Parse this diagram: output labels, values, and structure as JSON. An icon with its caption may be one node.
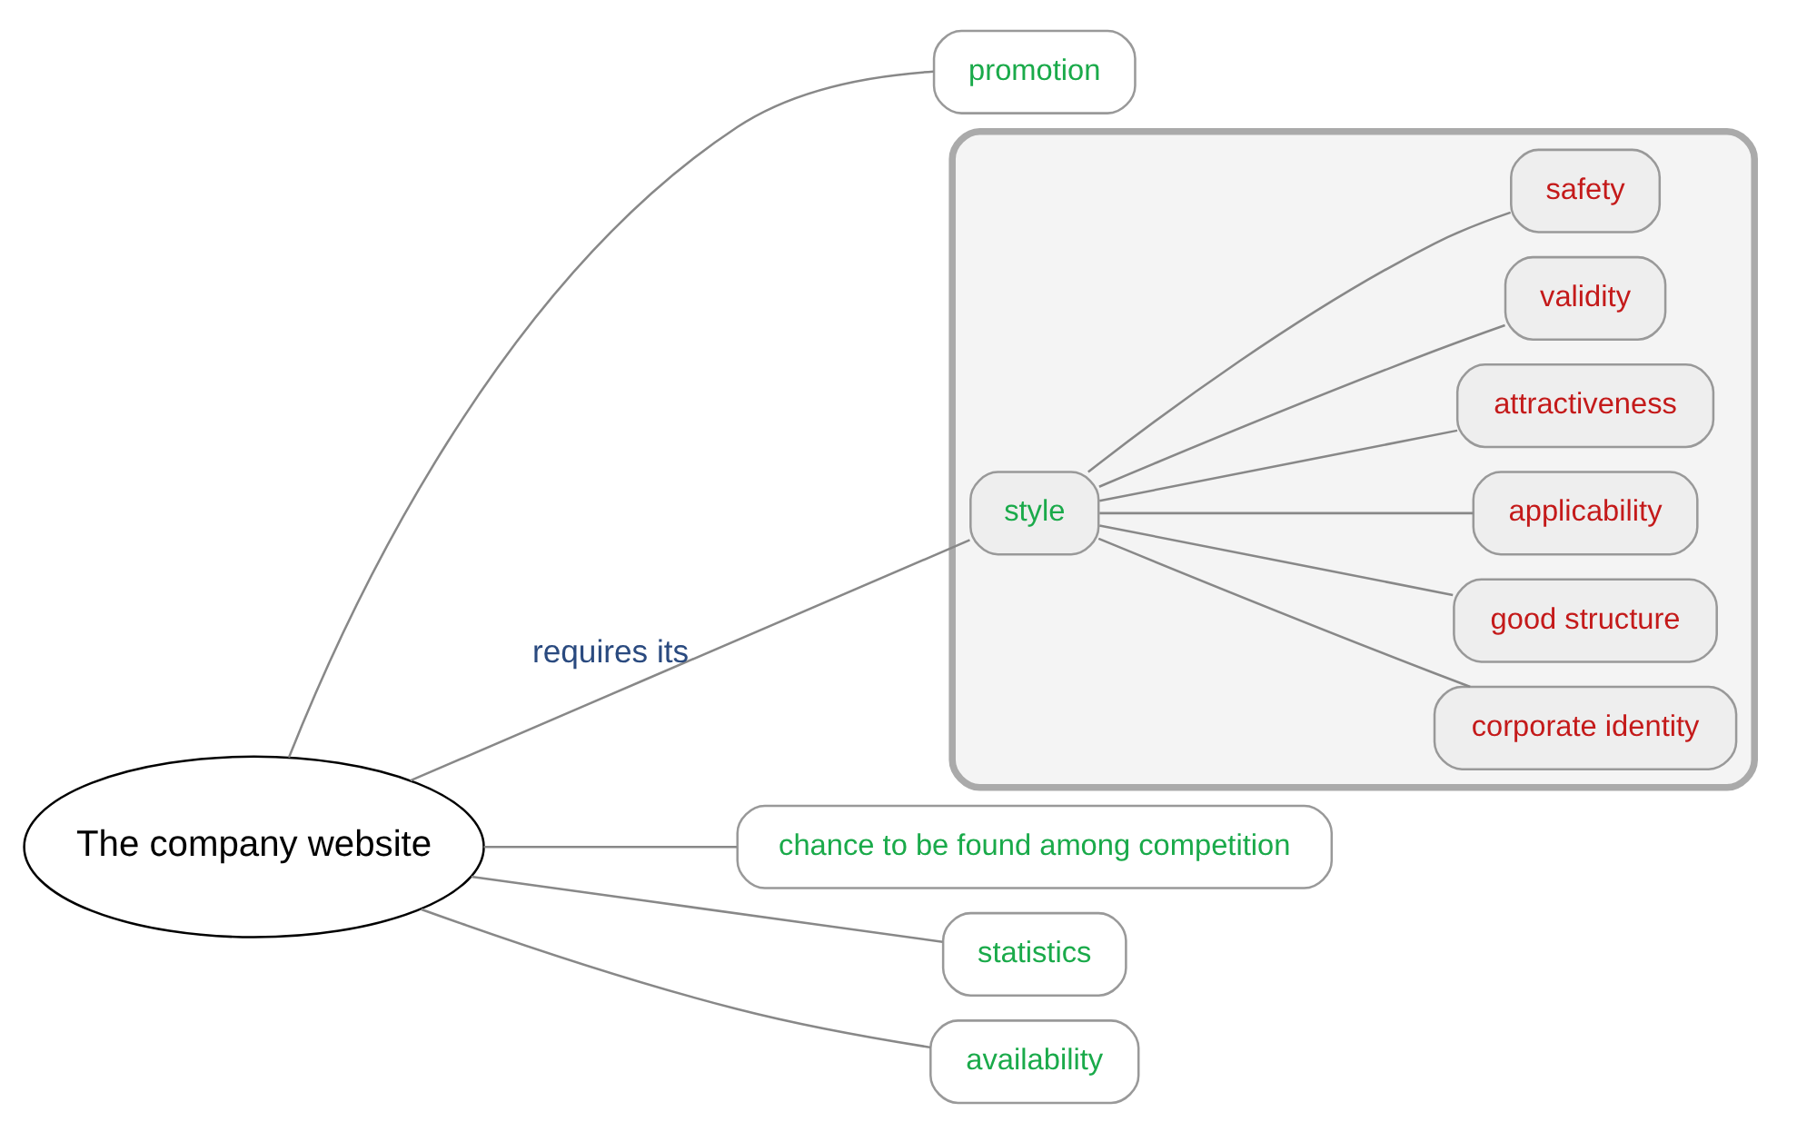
{
  "diagram": {
    "nodes": [
      {
        "text": [
          "The company website"
        ]
      },
      {
        "text": [
          "promotion"
        ]
      },
      {
        "text": [],
        "shape": "cloud"
      },
      {
        "text": [
          "style"
        ],
        "in": 2
      },
      {
        "text": [
          "corporate identity"
        ],
        "in": 2
      },
      {
        "text": [
          "good structure"
        ],
        "in": 2
      },
      {
        "text": [
          "applicability"
        ],
        "in": 2
      },
      {
        "text": [
          "attractiveness"
        ],
        "in": 2
      },
      {
        "text": [
          "validity"
        ],
        "in": 2
      },
      {
        "text": [
          "safety"
        ],
        "in": 2
      },
      {
        "text": [
          "chance to be found among competition"
        ]
      },
      {
        "text": [
          "statistics"
        ]
      },
      {
        "text": [
          "availability"
        ]
      }
    ],
    "edges": [
      {
        "from": 0,
        "to": 1,
        "arrow": "none"
      },
      {
        "from": 0,
        "to": 3,
        "arrow": "none",
        "label": "requires its"
      },
      {
        "from": 0,
        "to": 10,
        "arrow": "none"
      },
      {
        "from": 0,
        "to": 11,
        "arrow": "none"
      },
      {
        "from": 0,
        "to": 12,
        "arrow": "none"
      },
      {
        "from": 3,
        "to": 4,
        "arrow": "none"
      },
      {
        "from": 3,
        "to": 5,
        "arrow": "none"
      },
      {
        "from": 3,
        "to": 6,
        "arrow": "none"
      },
      {
        "from": 3,
        "to": 7,
        "arrow": "none"
      },
      {
        "from": 3,
        "to": 8,
        "arrow": "none"
      },
      {
        "from": 3,
        "to": 9,
        "arrow": "none"
      }
    ]
  }
}
